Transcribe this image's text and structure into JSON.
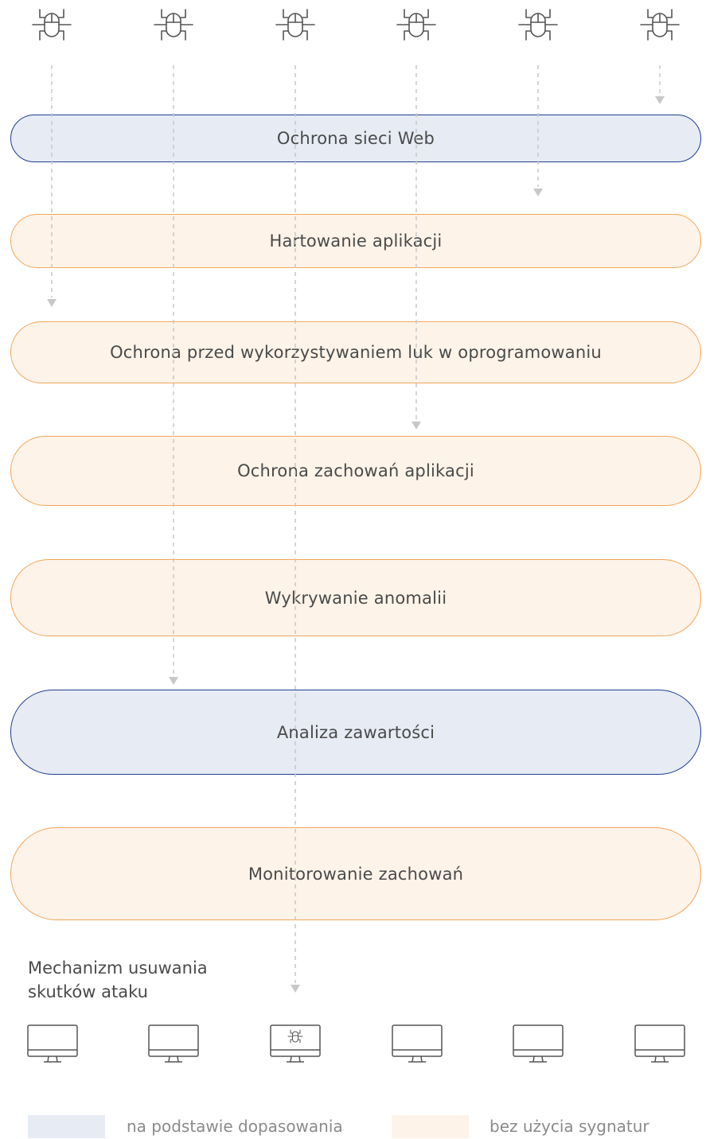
{
  "colors": {
    "signature_fill": "#e6ebf4",
    "signature_border": "#1f3f8f",
    "nosignature_fill": "#fdf3e9",
    "nosignature_border": "#f2a65a",
    "arrow": "#c8c8c8",
    "icon_stroke": "#555555"
  },
  "layers": [
    {
      "label": "Ochrona sieci Web",
      "kind": "signature"
    },
    {
      "label": "Hartowanie aplikacji",
      "kind": "nosignature"
    },
    {
      "label": "Ochrona przed wykorzystywaniem luk w oprogramowaniu",
      "kind": "nosignature"
    },
    {
      "label": "Ochrona zachowań aplikacji",
      "kind": "nosignature"
    },
    {
      "label": "Wykrywanie anomalii",
      "kind": "nosignature"
    },
    {
      "label": "Analiza zawartości",
      "kind": "signature"
    },
    {
      "label": "Monitorowanie zachowań",
      "kind": "nosignature"
    }
  ],
  "threats": [
    {
      "icon": "bug-icon",
      "stopped_at_layer": 3
    },
    {
      "icon": "bug-icon",
      "stopped_at_layer": 6
    },
    {
      "icon": "bug-icon",
      "stopped_at_layer": "remediation"
    },
    {
      "icon": "bug-icon",
      "stopped_at_layer": 4
    },
    {
      "icon": "bug-icon",
      "stopped_at_layer": 2
    },
    {
      "icon": "bug-icon",
      "stopped_at_layer": 1
    }
  ],
  "remediation": {
    "line1": "Mechanizm usuwania",
    "line2": "skutków ataku"
  },
  "endpoints": [
    {
      "icon": "monitor-icon",
      "infected": false
    },
    {
      "icon": "monitor-icon",
      "infected": false
    },
    {
      "icon": "monitor-bug-icon",
      "infected": true
    },
    {
      "icon": "monitor-icon",
      "infected": false
    },
    {
      "icon": "monitor-icon",
      "infected": false
    },
    {
      "icon": "monitor-icon",
      "infected": false
    }
  ],
  "legend": {
    "signature_label": "na podstawie dopasowania",
    "nosignature_label": "bez użycia sygnatur"
  }
}
